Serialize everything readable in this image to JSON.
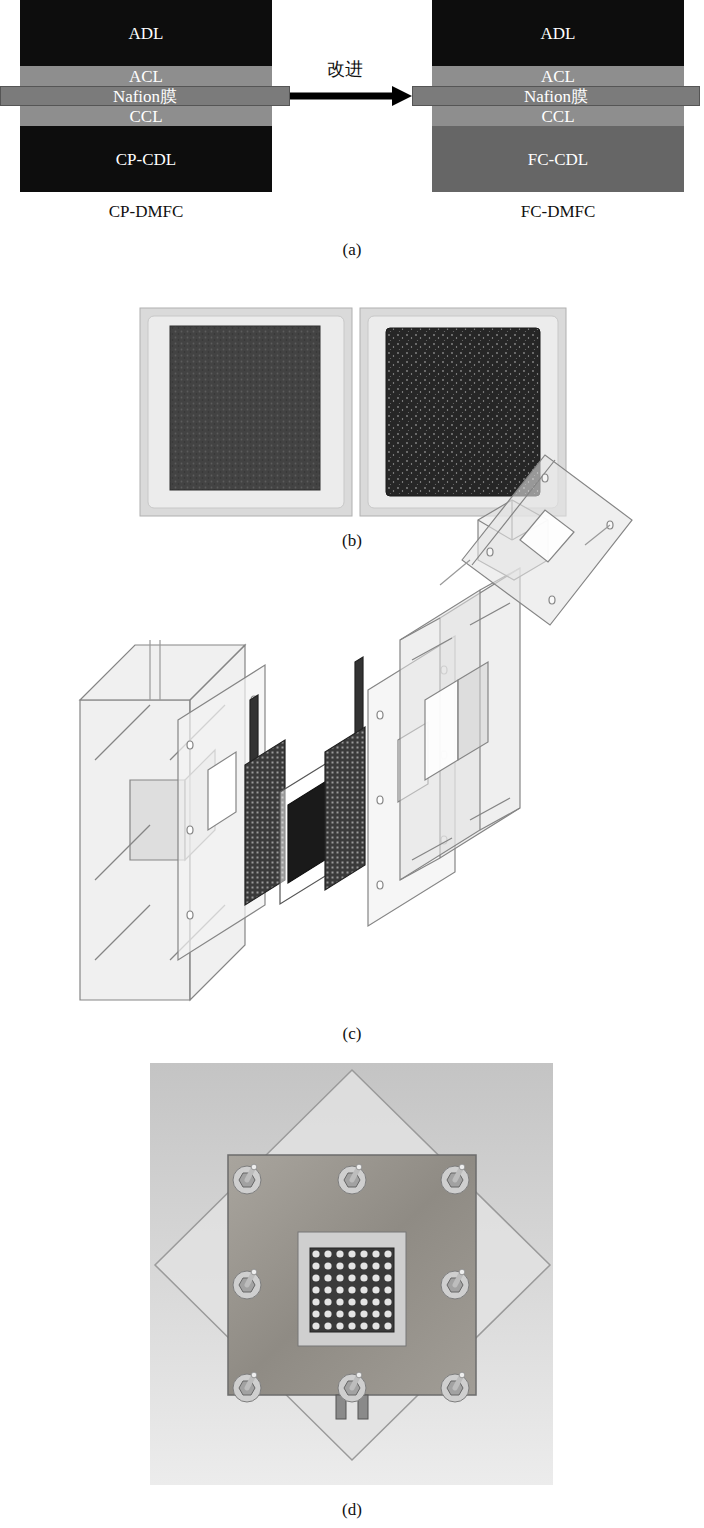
{
  "diagram": {
    "nodes": [
      {
        "text": [
          "ADL"
        ]
      },
      {
        "text": [
          "ACL"
        ]
      },
      {
        "text": [
          "Nafion膜"
        ]
      },
      {
        "text": [
          "CCL"
        ]
      },
      {
        "text": [
          "CP-CDL"
        ]
      },
      {
        "text": [
          "ADL"
        ]
      },
      {
        "text": [
          "ACL"
        ]
      },
      {
        "text": [
          "Nafion膜"
        ]
      },
      {
        "text": [
          "CCL"
        ]
      },
      {
        "text": [
          "FC-CDL"
        ]
      }
    ],
    "edges": [
      {
        "from": 2,
        "to": 7,
        "arrow": "to",
        "label": "改进"
      }
    ],
    "labels": [
      "CP-DMFC",
      "FC-DMFC",
      "(a)",
      "(b)",
      "(c)",
      "(d)"
    ]
  }
}
